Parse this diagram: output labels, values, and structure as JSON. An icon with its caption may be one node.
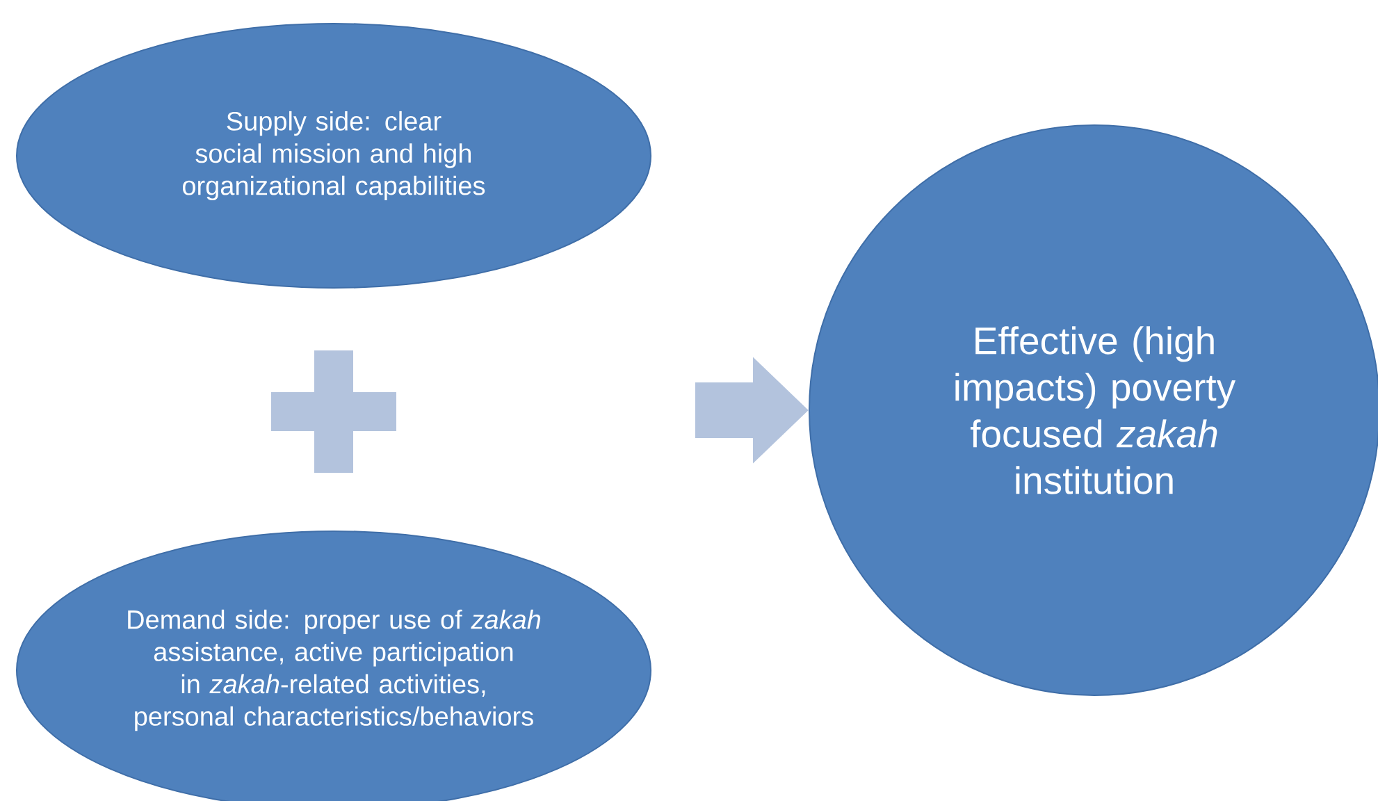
{
  "diagram": {
    "nodes": [
      {
        "text": [
          "Supply side: clear social mission and high organizational capabilities"
        ]
      },
      {
        "text": [],
        "shape": "plus"
      },
      {
        "text": [
          "Demand side: proper use of *zakah* assistance, active participation in *zakah*-related activities, personal characteristics/behaviors"
        ]
      },
      {
        "text": [
          "Effective (high impacts) poverty focused *zakah* institution"
        ]
      }
    ],
    "edges": [
      {
        "from": null,
        "to": 3,
        "arrow": "to"
      }
    ]
  }
}
